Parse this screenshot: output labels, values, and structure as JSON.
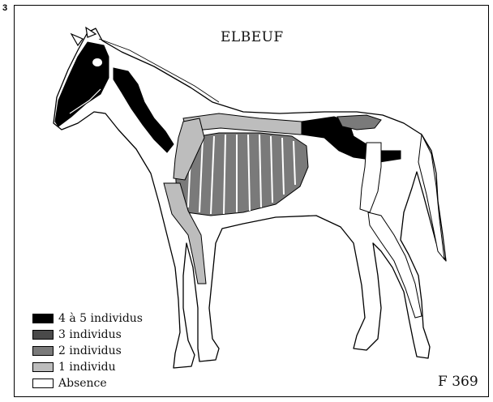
{
  "figure": {
    "number": "3",
    "title": "ELBEUF",
    "code": "F 369"
  },
  "legend": {
    "items": [
      {
        "label": "4 à 5 individus",
        "color": "#000000"
      },
      {
        "label": "3 individus",
        "color": "#4a4a4a"
      },
      {
        "label": "2 individus",
        "color": "#7a7a7a"
      },
      {
        "label": "1 individu",
        "color": "#bdbdbd"
      },
      {
        "label": "Absence",
        "color": "#ffffff"
      }
    ]
  }
}
